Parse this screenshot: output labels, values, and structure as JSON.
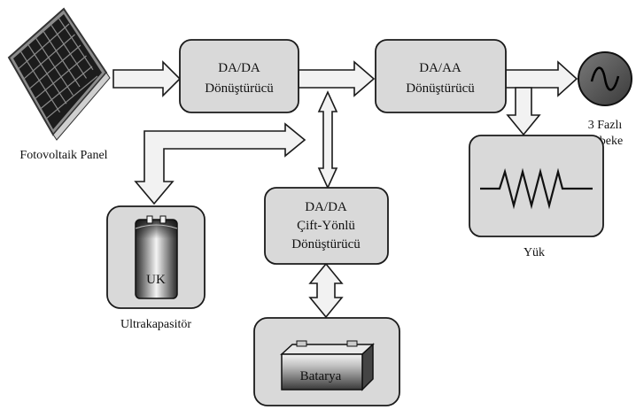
{
  "blocks": {
    "dcdc_converter": [
      "DA/DA",
      "Dönüştürücü"
    ],
    "dcac_converter": [
      "DA/AA",
      "Dönüştürücü"
    ],
    "bidirectional_converter": [
      "DA/DA",
      "Çift-Yönlü",
      "Dönüştürücü"
    ]
  },
  "components": {
    "pv_panel": "Fotovoltaik Panel",
    "grid": [
      "3 Fazlı",
      "Şebeke"
    ],
    "load": "Yük",
    "ultracapacitor": {
      "caption": "Ultrakapasitör",
      "label": "UK"
    },
    "battery": "Batarya"
  },
  "colors": {
    "box_fill": "#d9d9d9",
    "arrow_fill": "#f2f2f2",
    "outline": "#1a1a1a",
    "grid_fill": "#555555"
  }
}
